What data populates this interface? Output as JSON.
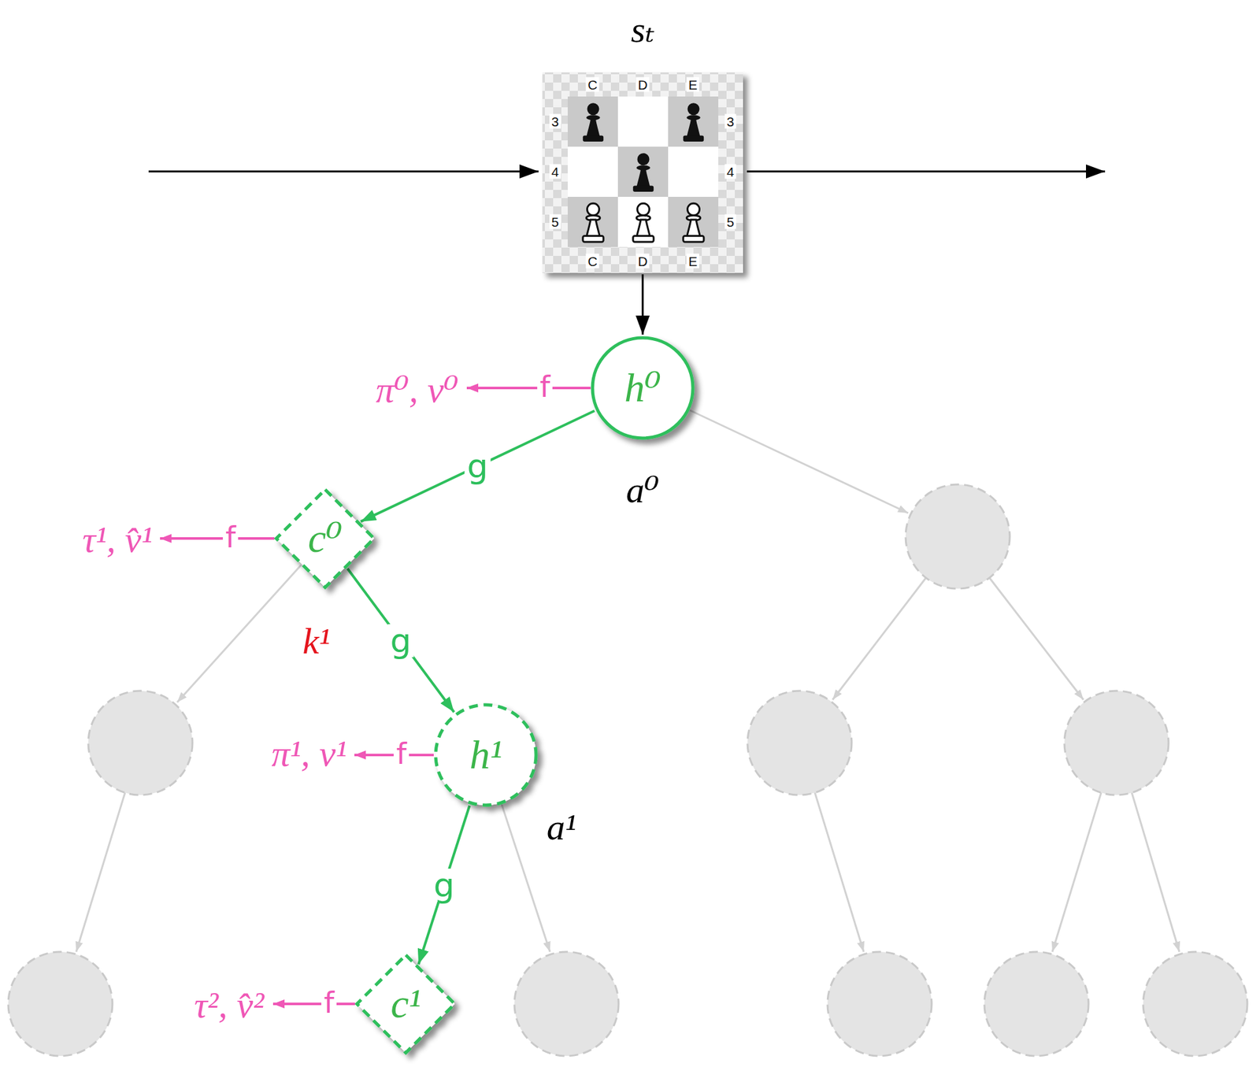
{
  "diagram": {
    "nodes": [
      {
        "text": [
          "sₜ"
        ]
      },
      {
        "text": [
          "h⁰"
        ]
      },
      {
        "text": [
          "c⁰"
        ]
      },
      {
        "text": [
          "h¹"
        ]
      },
      {
        "text": [
          "c¹"
        ]
      }
    ],
    "edges": [
      {
        "from": 0,
        "to": 1,
        "arrow": "to"
      },
      {
        "from": 1,
        "to": 2,
        "label": "g",
        "arrow": "to"
      },
      {
        "from": 2,
        "to": 3,
        "label": "g",
        "arrow": "to"
      },
      {
        "from": 3,
        "to": 4,
        "label": "g",
        "arrow": "to"
      }
    ],
    "labels": [
      "C",
      "D",
      "E",
      "3",
      "3",
      "4",
      "4",
      "5",
      "5",
      "C",
      "D",
      "E",
      "π⁰, v⁰",
      "f",
      "a⁰",
      "τ¹, v̂¹",
      "f",
      "k¹",
      "π¹, v¹",
      "f",
      "a¹",
      "τ², v̂²",
      "f"
    ]
  }
}
